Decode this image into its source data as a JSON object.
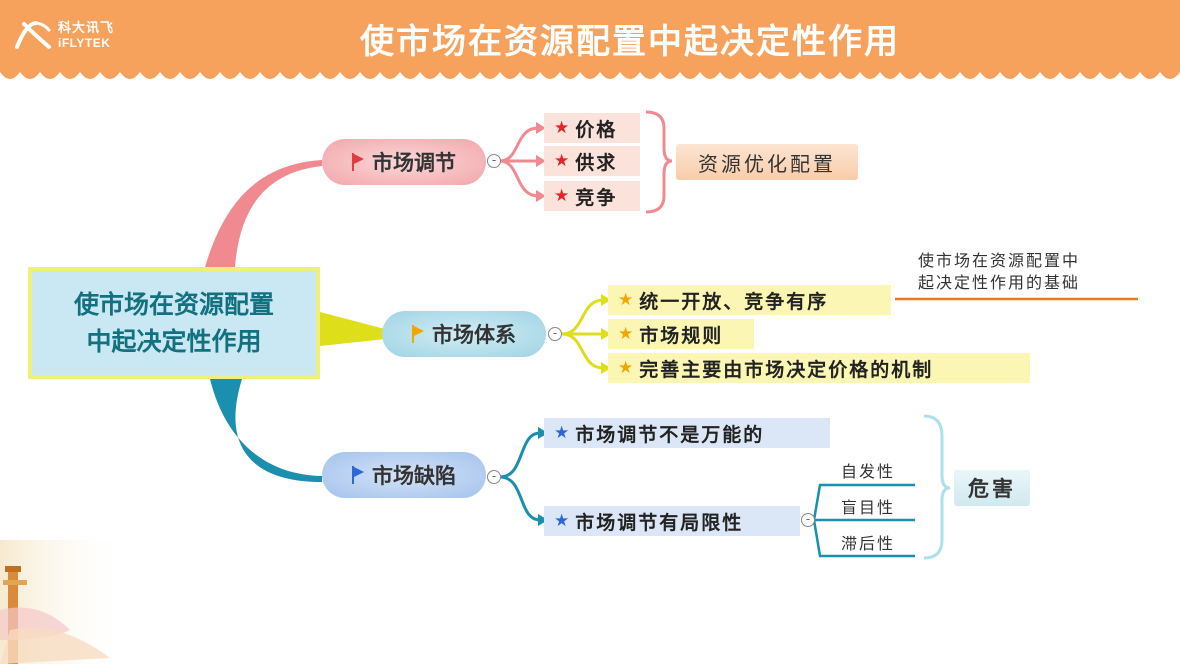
{
  "header": {
    "title": "使市场在资源配置中起决定性作用",
    "logo_cn": "科大讯飞",
    "logo_en": "iFLYTEK"
  },
  "central": {
    "line1": "使市场在资源配置",
    "line2": "中起决定性作用"
  },
  "branches": {
    "regulation": {
      "label": "市场调节",
      "items": [
        "价格",
        "供求",
        "竞争"
      ],
      "result": "资源优化配置"
    },
    "system": {
      "label": "市场体系",
      "items": [
        "统一开放、竞争有序",
        "市场规则",
        "完善主要由市场决定价格的机制"
      ],
      "note_line1": "使市场在资源配置中",
      "note_line2": "起决定性作用的基础"
    },
    "defects": {
      "label": "市场缺陷",
      "items": [
        "市场调节不是万能的",
        "市场调节有局限性"
      ],
      "limits": [
        "自发性",
        "盲目性",
        "滞后性"
      ],
      "result": "危害"
    }
  },
  "colors": {
    "header": "#f7a25c",
    "regulation": "#f08a90",
    "system": "#dede1a",
    "defects": "#1a8fae",
    "note_line": "#f07a1a"
  }
}
